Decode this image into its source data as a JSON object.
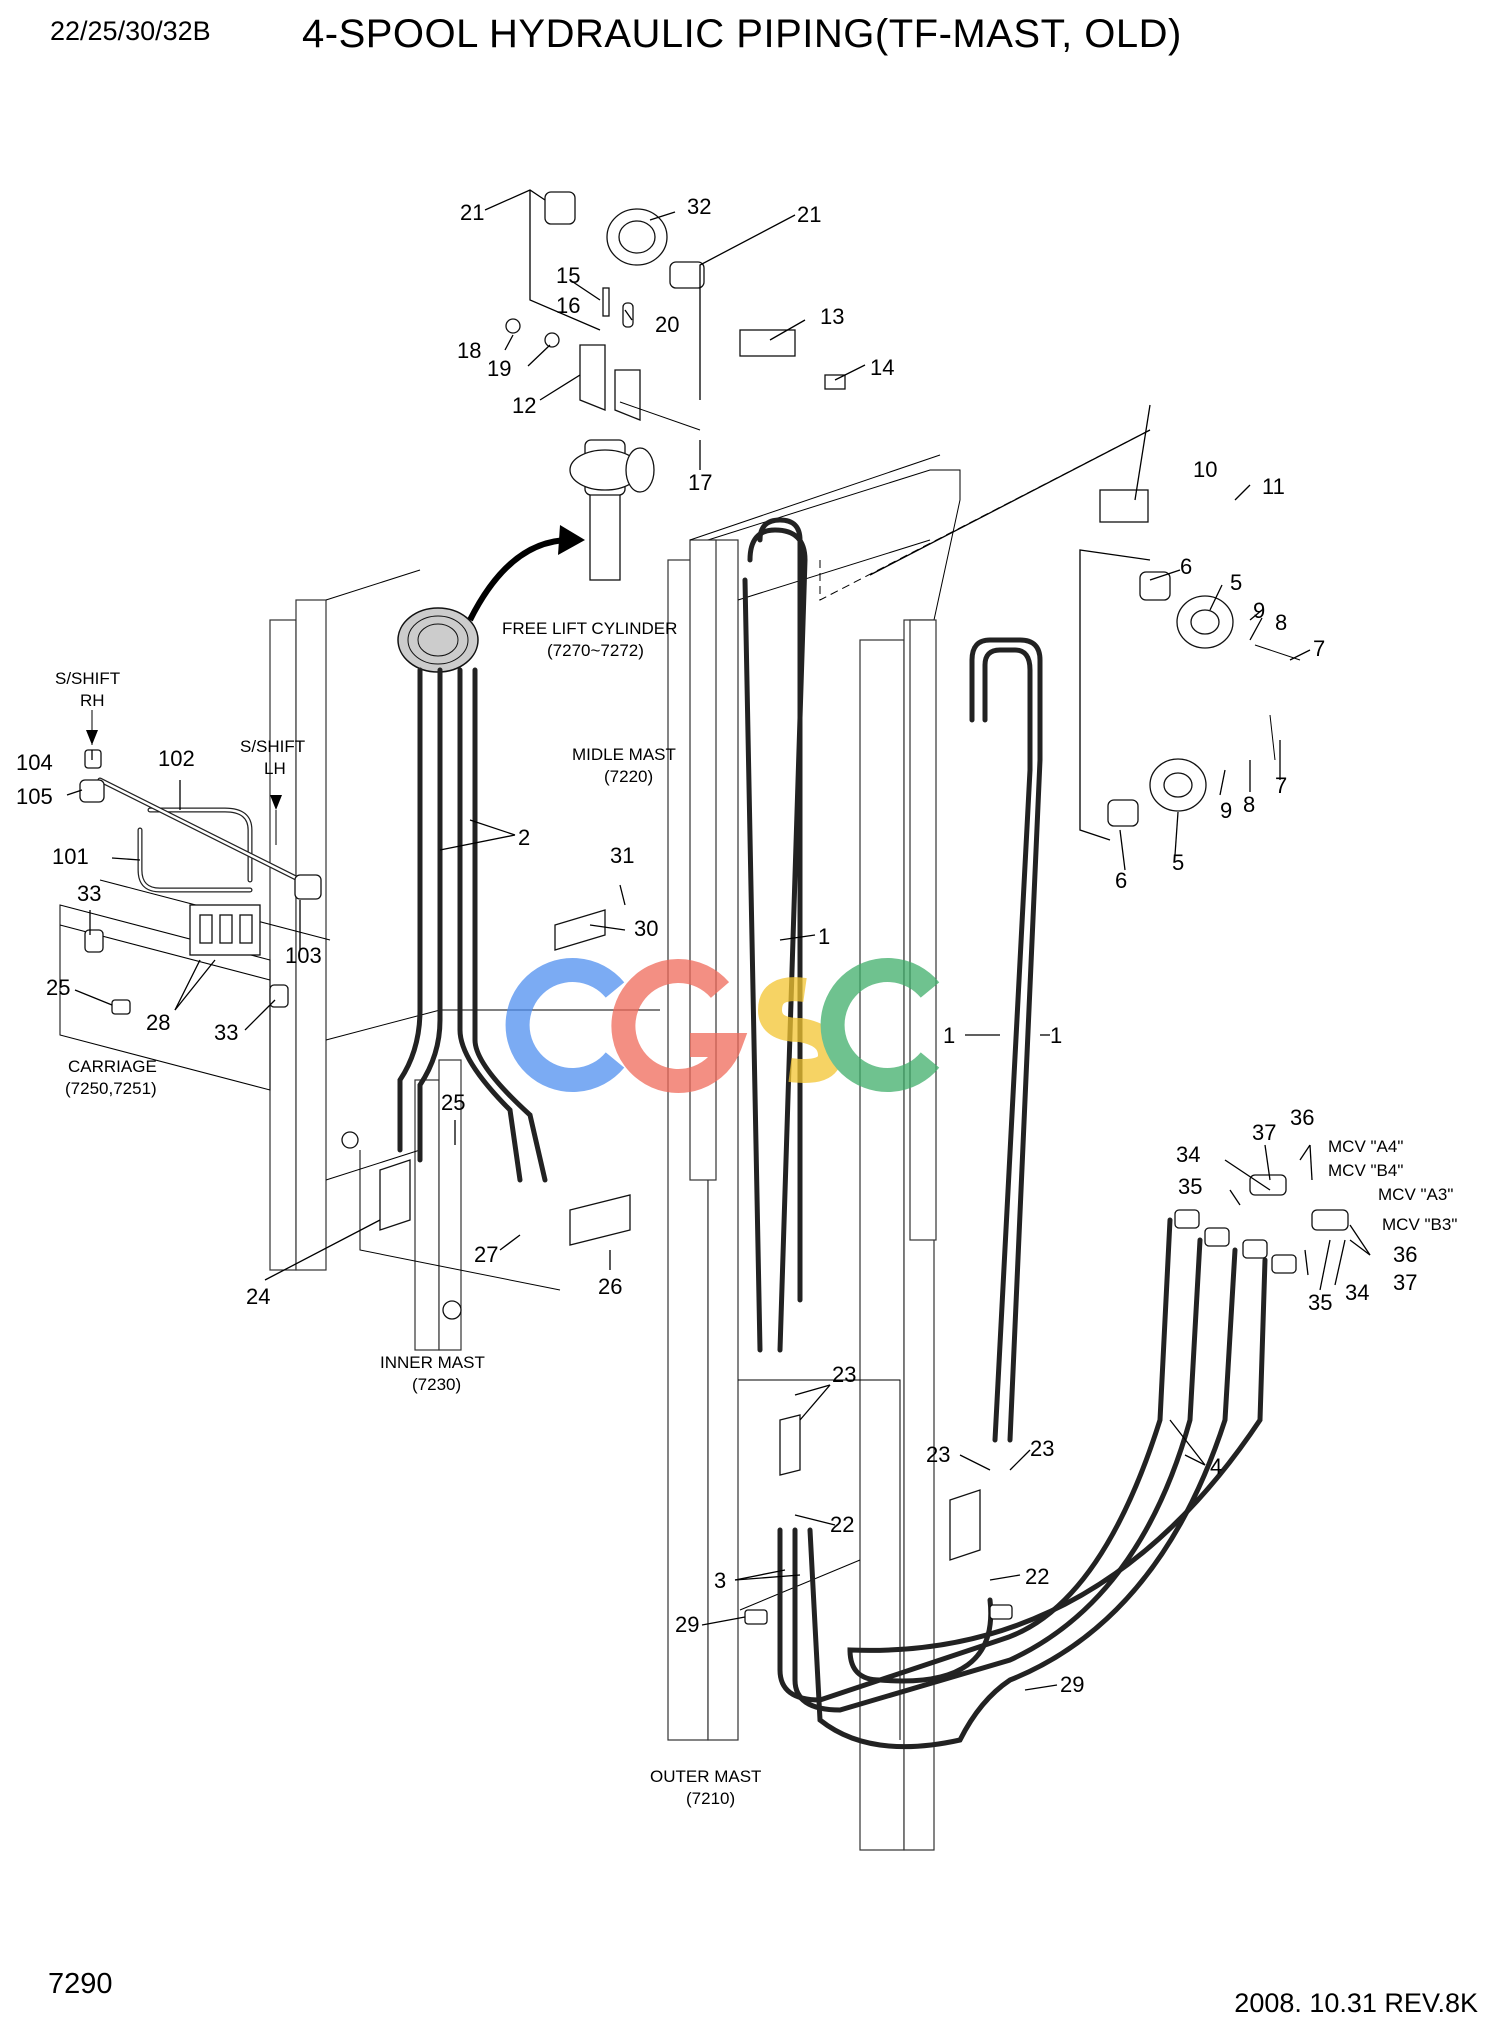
{
  "header": {
    "model": "22/25/30/32B",
    "title": "4-SPOOL HYDRAULIC PIPING(TF-MAST, OLD)"
  },
  "footer": {
    "page_number": "7290",
    "revision_date": "2008. 10.31  REV.8K"
  },
  "captions": {
    "free_lift_cylinder": "FREE LIFT CYLINDER",
    "free_lift_cylinder_ref": "(7270~7272)",
    "midle_mast": "MIDLE MAST",
    "midle_mast_ref": "(7220)",
    "inner_mast": "INNER MAST",
    "inner_mast_ref": "(7230)",
    "outer_mast": "OUTER MAST",
    "outer_mast_ref": "(7210)",
    "carriage": "CARRIAGE",
    "carriage_ref": "(7250,7251)",
    "sshift_rh": "S/SHIFT",
    "sshift_rh_side": "RH",
    "sshift_lh": "S/SHIFT",
    "sshift_lh_side": "LH",
    "mcv_a4": "MCV \"A4\"",
    "mcv_b4": "MCV \"B4\"",
    "mcv_a3": "MCV \"A3\"",
    "mcv_b3": "MCV \"B3\""
  },
  "watermark": "CGSC",
  "part_labels": [
    "21",
    "32",
    "21",
    "15",
    "16",
    "20",
    "13",
    "18",
    "19",
    "14",
    "12",
    "17",
    "10",
    "11",
    "6",
    "5",
    "9",
    "8",
    "7",
    "9",
    "8",
    "7",
    "6",
    "5",
    "104",
    "105",
    "102",
    "101",
    "103",
    "33",
    "25",
    "28",
    "33",
    "2",
    "31",
    "30",
    "1",
    "1",
    "1",
    "25",
    "24",
    "27",
    "26",
    "23",
    "23",
    "23",
    "22",
    "22",
    "3",
    "29",
    "29",
    "4",
    "37",
    "36",
    "34",
    "35",
    "36",
    "37",
    "35",
    "34"
  ]
}
